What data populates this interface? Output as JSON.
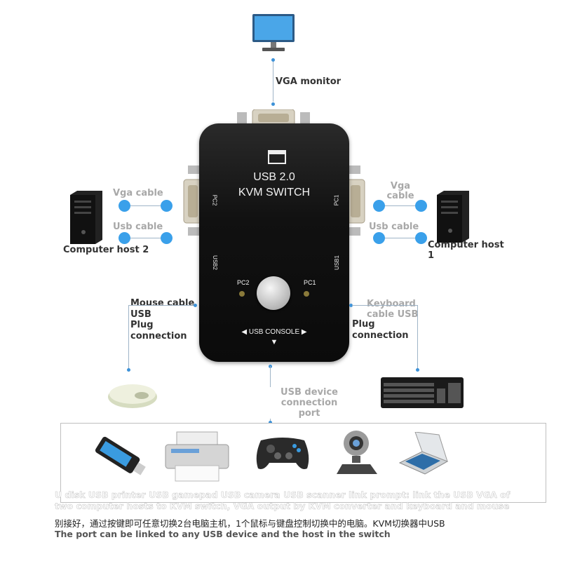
{
  "labels": {
    "vga_monitor": "VGA monitor",
    "vga_cable_left": "Vga cable",
    "usb_cable_left": "Usb cable",
    "computer_host_2": "Computer host 2",
    "vga_cable_right_1": "Vga",
    "vga_cable_right_2": "cable",
    "usb_cable_right": "Usb cable",
    "computer_host_1_1": "Computer host",
    "computer_host_1_2": "1",
    "mouse_1": "Mouse cable",
    "mouse_2": "USB",
    "mouse_3": "Plug",
    "mouse_4": "connection",
    "keyboard_1": "Keyboard",
    "keyboard_2": "cable USB",
    "keyboard_3": "Plug",
    "keyboard_4": "connection",
    "usb_device_1": "USB device connection",
    "usb_device_2": "port"
  },
  "kvm": {
    "title_1": "USB 2.0",
    "title_2": "KVM SWITCH",
    "pc2": "PC2",
    "pc1": "PC1",
    "side_pc2": "PC2",
    "side_pc1": "PC1",
    "side_usb2": "USB2",
    "side_usb1": "USB1",
    "console": "USB CONSOLE"
  },
  "footer": {
    "line1": "U disk USB printer USB gamepad USB camera USB scanner link prompt: link the USB VGA of",
    "line2": "two computer hosts to KVM switch, VGA output by KVM converter and keyboard and mouse",
    "line3": "别接好，通过按键即可任意切换2台电脑主机，1个鼠标与键盘控制切换中的电脑。KVM切换器中USB",
    "line4": "The port can be linked to any USB device and the host in the switch"
  },
  "icons": [
    "monitor-icon",
    "computer-tower-icon",
    "mouse-icon",
    "keyboard-icon",
    "usb-drive-icon",
    "printer-icon",
    "gamepad-icon",
    "webcam-icon",
    "scanner-icon"
  ],
  "colors": {
    "accent_dot": "#3aa0ea",
    "connector_line": "#9fb4c7",
    "device_body": "#111111"
  }
}
